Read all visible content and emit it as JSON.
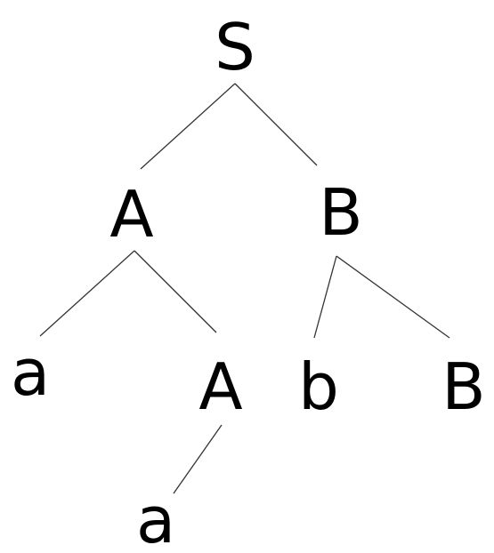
{
  "tree": {
    "nodes": [
      {
        "id": "n0",
        "label": "S"
      },
      {
        "id": "n1",
        "label": "A"
      },
      {
        "id": "n2",
        "label": "B"
      },
      {
        "id": "n3",
        "label": "a"
      },
      {
        "id": "n4",
        "label": "A"
      },
      {
        "id": "n5",
        "label": "b"
      },
      {
        "id": "n6",
        "label": "B"
      },
      {
        "id": "n7",
        "label": "a"
      }
    ],
    "edges": [
      {
        "from": "n0",
        "to": "n1"
      },
      {
        "from": "n0",
        "to": "n2"
      },
      {
        "from": "n1",
        "to": "n3"
      },
      {
        "from": "n1",
        "to": "n4"
      },
      {
        "from": "n2",
        "to": "n5"
      },
      {
        "from": "n2",
        "to": "n6"
      },
      {
        "from": "n4",
        "to": "n7"
      }
    ]
  }
}
